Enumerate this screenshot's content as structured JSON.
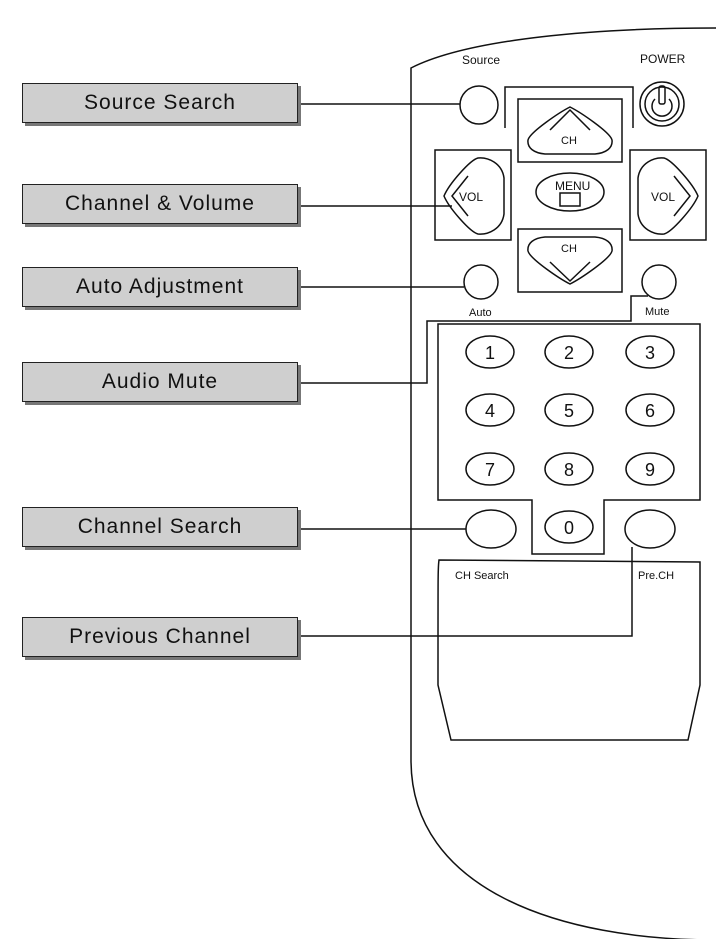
{
  "callouts": {
    "source_search": "Source Search",
    "channel_volume": "Channel & Volume",
    "auto_adjustment": "Auto Adjustment",
    "audio_mute": "Audio Mute",
    "channel_search": "Channel Search",
    "previous_channel": "Previous Channel"
  },
  "remote": {
    "source_label": "Source",
    "power_label": "POWER",
    "ch_label": "CH",
    "vol_label": "VOL",
    "menu_label": "MENU",
    "auto_label": "Auto",
    "mute_label": "Mute",
    "keypad": [
      "1",
      "2",
      "3",
      "4",
      "5",
      "6",
      "7",
      "8",
      "9",
      "0"
    ],
    "ch_search_label": "CH Search",
    "pre_ch_label": "Pre.CH"
  }
}
